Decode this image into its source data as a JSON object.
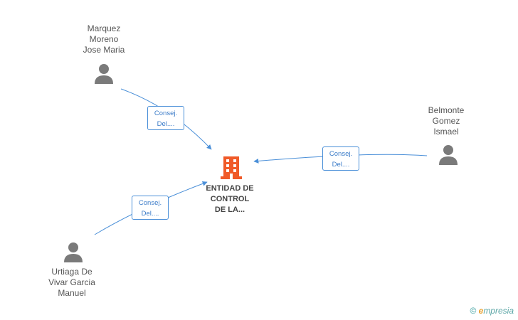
{
  "company": {
    "name_lines": [
      "ENTIDAD DE",
      "CONTROL",
      "DE LA..."
    ],
    "icon": "building-icon",
    "color": "#f05a28"
  },
  "people": [
    {
      "id": "marquez",
      "name_lines": [
        "Marquez",
        "Moreno",
        "Jose Maria"
      ],
      "icon": "person-icon"
    },
    {
      "id": "belmonte",
      "name_lines": [
        "Belmonte",
        "Gomez",
        "Ismael"
      ],
      "icon": "person-icon"
    },
    {
      "id": "urtiaga",
      "name_lines": [
        "Urtiaga De",
        "Vivar Garcia",
        "Manuel"
      ],
      "icon": "person-icon"
    }
  ],
  "relations": [
    {
      "from": "marquez",
      "to": "company",
      "role_lines": [
        "Consej.",
        "Del...."
      ]
    },
    {
      "from": "belmonte",
      "to": "company",
      "role_lines": [
        "Consej.",
        "Del...."
      ]
    },
    {
      "from": "urtiaga",
      "to": "company",
      "role_lines": [
        "Consej.",
        "Del...."
      ]
    }
  ],
  "colors": {
    "edge": "#4a8fd8",
    "person_icon": "#7a7a7a",
    "label_text": "#555555"
  },
  "footer": {
    "copyright_symbol": "©",
    "brand_initial": "e",
    "brand_rest": "mpresia"
  }
}
